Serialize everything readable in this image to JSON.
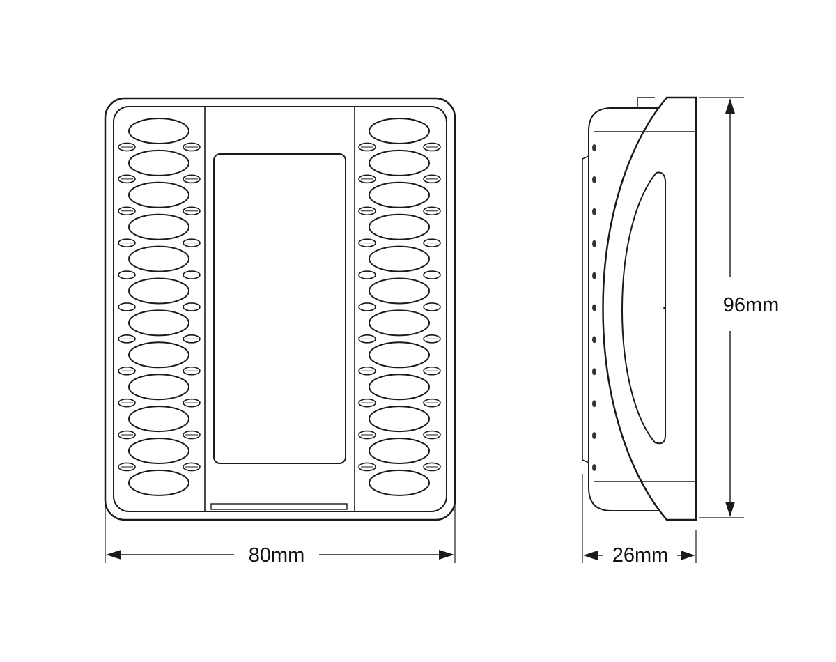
{
  "dimensions": {
    "width": "80mm",
    "height": "96mm",
    "depth": "26mm"
  },
  "front_view": {
    "button_rows": 12,
    "button_columns": 2
  },
  "colors": {
    "line": "#1a1a1a",
    "background": "#ffffff",
    "fill": "#ffffff"
  }
}
